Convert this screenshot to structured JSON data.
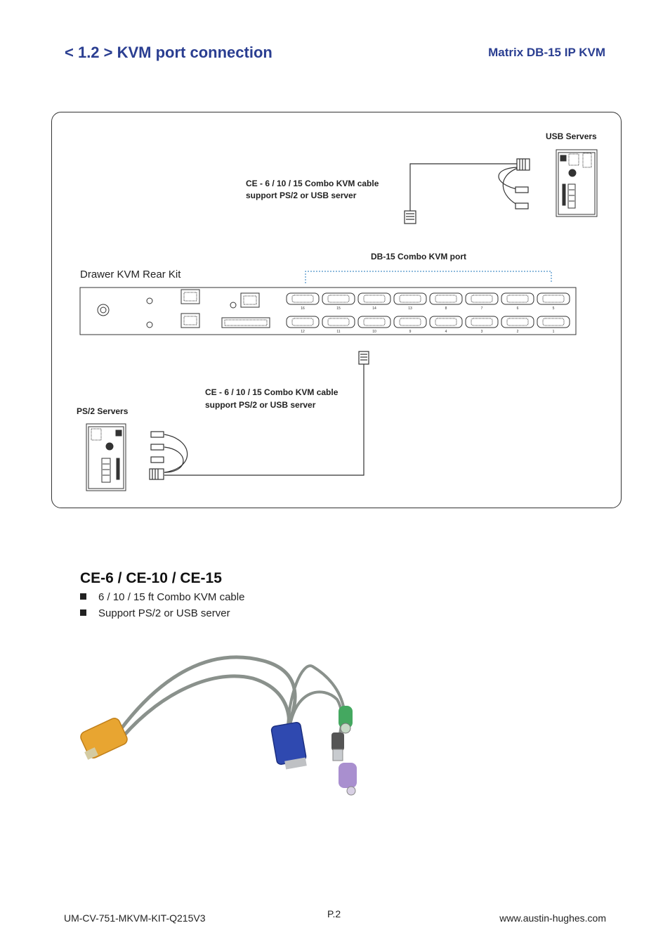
{
  "header": {
    "title": "< 1.2 > KVM port connection",
    "subtitle": "Matrix  DB-15 IP KVM"
  },
  "diagram": {
    "usb_servers_label": "USB Servers",
    "cable_top_line1": "CE - 6 / 10 / 15 Combo KVM cable",
    "cable_top_line2": "support PS/2 or USB server",
    "port_label": "DB-15 Combo KVM port",
    "rear_kit_label": "Drawer KVM Rear Kit",
    "ports_top": [
      "16",
      "15",
      "14",
      "13",
      "8",
      "7",
      "6",
      "5"
    ],
    "ports_bottom": [
      "12",
      "11",
      "10",
      "9",
      "4",
      "3",
      "2",
      "1"
    ],
    "cable_bottom_line1": "CE - 6 / 10 / 15 Combo KVM cable",
    "cable_bottom_line2": "support PS/2 or USB server",
    "ps2_servers_label": "PS/2 Servers"
  },
  "product": {
    "title": "CE-6 / CE-10 / CE-15",
    "bullets": [
      "6 / 10 / 15 ft Combo KVM cable",
      "Support PS/2 or USB server"
    ]
  },
  "footer": {
    "doc_code": "UM-CV-751-MKVM-KIT-Q215V3",
    "page": "P.2",
    "website": "www.austin-hughes.com"
  },
  "colors": {
    "heading": "#2a3e91",
    "dotted_bracket": "#4a90c8",
    "vga_blue": "#2f49b0",
    "vga_orange": "#e8a531",
    "ps2_green": "#44a860",
    "ps2_purple": "#a98fcf",
    "cable_gray": "#8a918c"
  }
}
